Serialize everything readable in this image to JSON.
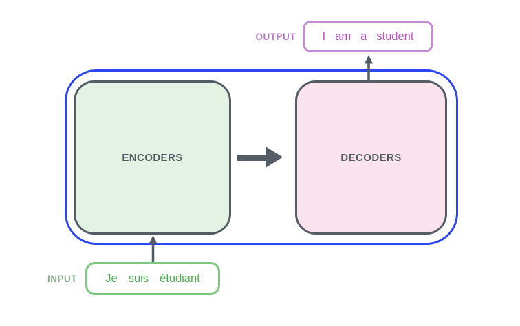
{
  "diagram": {
    "frame": {
      "name": "transformer-frame"
    },
    "encoders": {
      "label": "ENCODERS"
    },
    "decoders": {
      "label": "DECODERS"
    },
    "output": {
      "label": "OUTPUT",
      "tokens": [
        "I",
        "am",
        "a",
        "student"
      ]
    },
    "input": {
      "label": "INPUT",
      "tokens": [
        "Je",
        "suis",
        "étudiant"
      ]
    },
    "arrows": {
      "encoder_to_decoder": "right-arrow",
      "input_to_encoders": "up-arrow",
      "decoders_to_output": "up-arrow"
    },
    "colors": {
      "frame_blue": "#2b46ee",
      "block_border_gray": "#545c66",
      "block_text_gray": "#545c66",
      "encoders_fill": "#e3f2e2",
      "decoders_fill": "#fbe3ee",
      "output_border": "#c78ad5",
      "output_text": "#c44ec6",
      "output_label": "#b27cc0",
      "input_border": "#7dc982",
      "input_text": "#49b050",
      "input_label": "#86a98c",
      "arrow_gray": "#545c66",
      "background": "#ffffff"
    }
  }
}
